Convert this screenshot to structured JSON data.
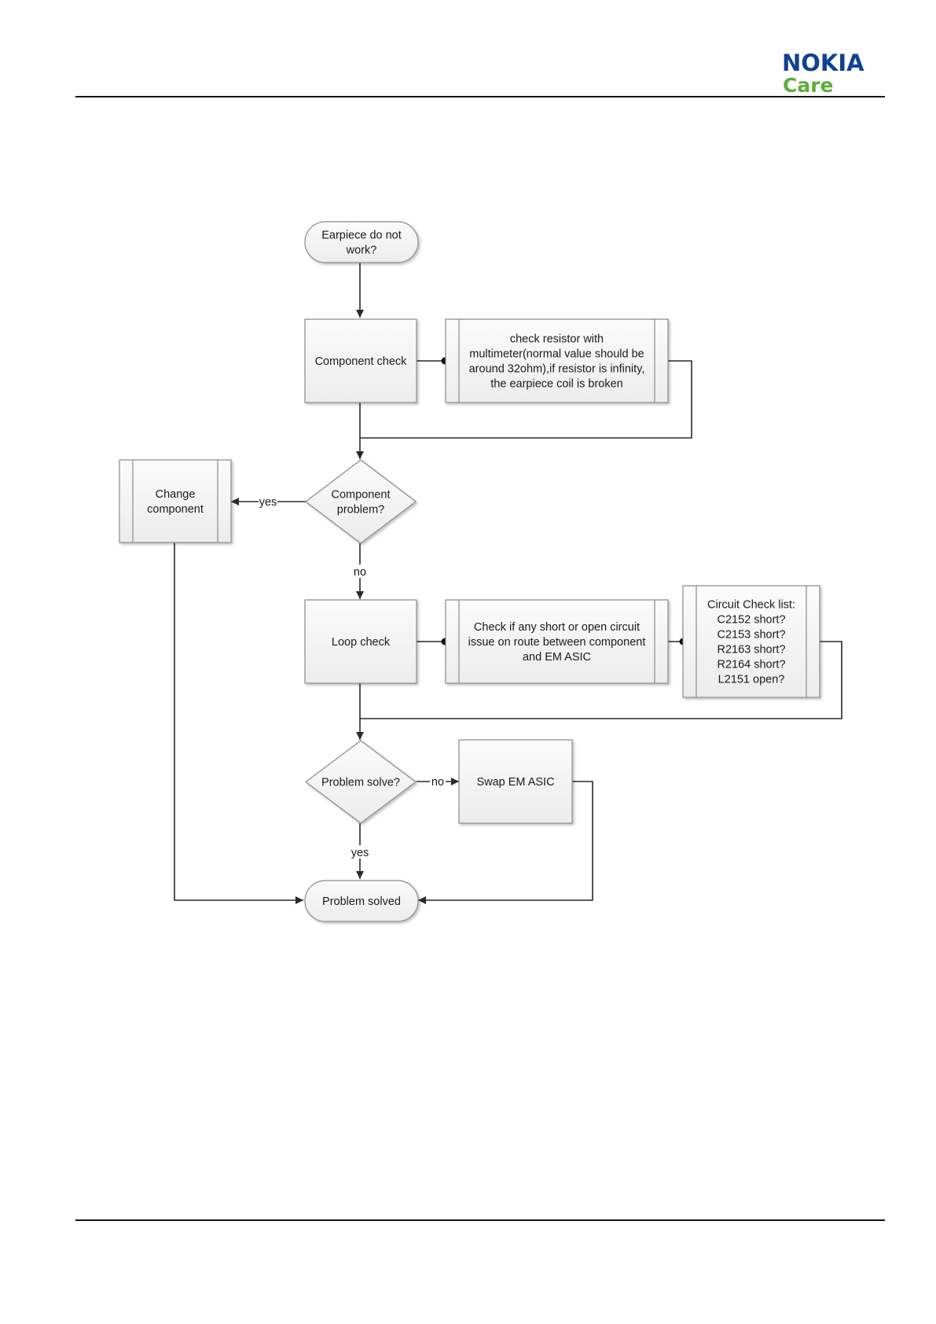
{
  "header": {
    "logo_primary": "NOKIA",
    "logo_secondary": "Care",
    "colors": {
      "logo_primary": "#124191",
      "logo_secondary": "#5cae3a"
    }
  },
  "flowchart": {
    "nodes": [
      {
        "id": "start",
        "shape": "terminal",
        "lines": [
          "Earpiece do not",
          "work?"
        ]
      },
      {
        "id": "component_check",
        "shape": "process",
        "lines": [
          "Component check"
        ]
      },
      {
        "id": "resistor_note",
        "shape": "subprocess",
        "lines": [
          "check resistor with",
          "multimeter(normal value should be",
          "around 32ohm),if resistor is infinity,",
          "the earpiece coil is broken"
        ]
      },
      {
        "id": "component_problem",
        "shape": "decision",
        "lines": [
          "Component",
          "problem?"
        ]
      },
      {
        "id": "change_component",
        "shape": "subprocess",
        "lines": [
          "Change",
          "component"
        ]
      },
      {
        "id": "loop_check",
        "shape": "process",
        "lines": [
          "Loop check"
        ]
      },
      {
        "id": "route_note",
        "shape": "subprocess",
        "lines": [
          "Check if any short or open circuit",
          "issue on route between component",
          "and EM ASIC"
        ]
      },
      {
        "id": "circuit_list",
        "shape": "subprocess",
        "lines": [
          "Circuit Check list:",
          "C2152 short?",
          "C2153 short?",
          "R2163 short?",
          "R2164 short?",
          "L2151 open?"
        ]
      },
      {
        "id": "problem_solve",
        "shape": "decision",
        "lines": [
          "Problem solve?"
        ]
      },
      {
        "id": "swap_asic",
        "shape": "process",
        "lines": [
          "Swap EM ASIC"
        ]
      },
      {
        "id": "solved",
        "shape": "terminal",
        "lines": [
          "Problem solved"
        ]
      }
    ],
    "edge_labels": {
      "component_yes": "yes",
      "component_no": "no",
      "solve_no": "no",
      "solve_yes": "yes"
    }
  }
}
